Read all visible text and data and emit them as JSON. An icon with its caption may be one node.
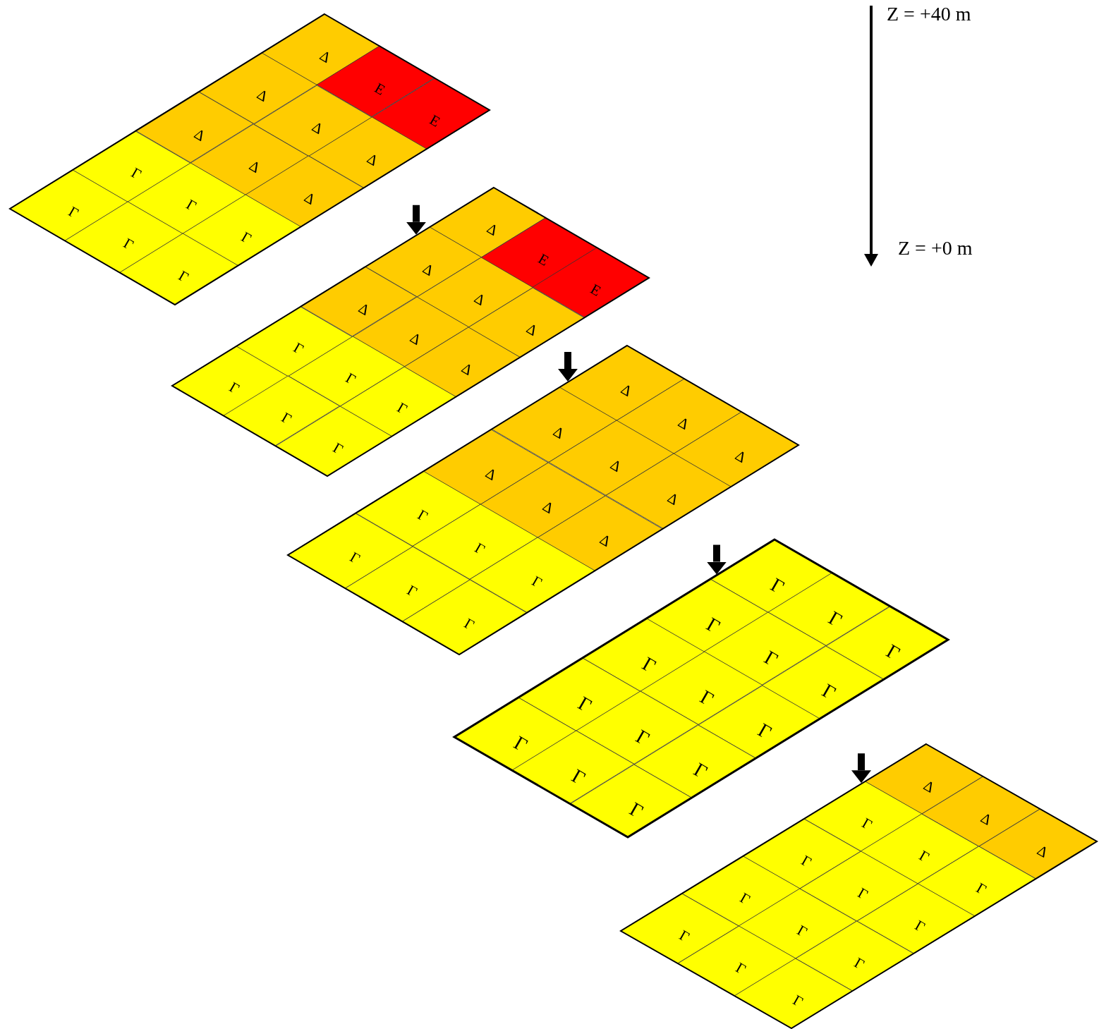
{
  "diagram": {
    "nodes": [
      {
        "text": [],
        "shape": "parallelogram"
      },
      {
        "text": [
          "Δ"
        ],
        "in": 0
      },
      {
        "text": [
          "E"
        ],
        "in": 0
      },
      {
        "text": [
          "E"
        ],
        "in": 0
      },
      {
        "text": [
          "Δ"
        ],
        "in": 0
      },
      {
        "text": [
          "Δ"
        ],
        "in": 0
      },
      {
        "text": [
          "Δ"
        ],
        "in": 0
      },
      {
        "text": [
          "Δ"
        ],
        "in": 0
      },
      {
        "text": [
          "Δ"
        ],
        "in": 0
      },
      {
        "text": [
          "Δ"
        ],
        "in": 0
      },
      {
        "text": [
          "Γ"
        ],
        "in": 0
      },
      {
        "text": [
          "Γ"
        ],
        "in": 0
      },
      {
        "text": [
          "Γ"
        ],
        "in": 0
      },
      {
        "text": [
          "Γ"
        ],
        "in": 0
      },
      {
        "text": [
          "Γ"
        ],
        "in": 0
      },
      {
        "text": [
          "Γ"
        ],
        "in": 0
      },
      {
        "text": [],
        "shape": "parallelogram"
      },
      {
        "text": [
          "Δ"
        ],
        "in": 16
      },
      {
        "text": [
          "E"
        ],
        "in": 16
      },
      {
        "text": [
          "E"
        ],
        "in": 16
      },
      {
        "text": [
          "Δ"
        ],
        "in": 16
      },
      {
        "text": [
          "Δ"
        ],
        "in": 16
      },
      {
        "text": [
          "Δ"
        ],
        "in": 16
      },
      {
        "text": [
          "Δ"
        ],
        "in": 16
      },
      {
        "text": [
          "Δ"
        ],
        "in": 16
      },
      {
        "text": [
          "Δ"
        ],
        "in": 16
      },
      {
        "text": [
          "Γ"
        ],
        "in": 16
      },
      {
        "text": [
          "Γ"
        ],
        "in": 16
      },
      {
        "text": [
          "Γ"
        ],
        "in": 16
      },
      {
        "text": [
          "Γ"
        ],
        "in": 16
      },
      {
        "text": [
          "Γ"
        ],
        "in": 16
      },
      {
        "text": [
          "Γ"
        ],
        "in": 16
      },
      {
        "text": [],
        "shape": "parallelogram"
      },
      {
        "text": [
          "Δ"
        ],
        "in": 32
      },
      {
        "text": [
          "Δ"
        ],
        "in": 32
      },
      {
        "text": [
          "Δ"
        ],
        "in": 32
      },
      {
        "text": [
          "Δ"
        ],
        "in": 32
      },
      {
        "text": [
          "Δ"
        ],
        "in": 32
      },
      {
        "text": [
          "Δ"
        ],
        "in": 32
      },
      {
        "text": [
          "Δ"
        ],
        "in": 32
      },
      {
        "text": [
          "Δ"
        ],
        "in": 32
      },
      {
        "text": [
          "Δ"
        ],
        "in": 32
      },
      {
        "text": [
          "Γ"
        ],
        "in": 32
      },
      {
        "text": [
          "Γ"
        ],
        "in": 32
      },
      {
        "text": [
          "Γ"
        ],
        "in": 32
      },
      {
        "text": [
          "Γ"
        ],
        "in": 32
      },
      {
        "text": [
          "Γ"
        ],
        "in": 32
      },
      {
        "text": [
          "Γ"
        ],
        "in": 32
      },
      {
        "text": [],
        "shape": "parallelogram"
      },
      {
        "text": [
          "Γ"
        ],
        "in": 48
      },
      {
        "text": [
          "Γ"
        ],
        "in": 48
      },
      {
        "text": [
          "Γ"
        ],
        "in": 48
      },
      {
        "text": [
          "Γ"
        ],
        "in": 48
      },
      {
        "text": [
          "Γ"
        ],
        "in": 48
      },
      {
        "text": [
          "Γ"
        ],
        "in": 48
      },
      {
        "text": [
          "Γ"
        ],
        "in": 48
      },
      {
        "text": [
          "Γ"
        ],
        "in": 48
      },
      {
        "text": [
          "Γ"
        ],
        "in": 48
      },
      {
        "text": [
          "Γ"
        ],
        "in": 48
      },
      {
        "text": [
          "Γ"
        ],
        "in": 48
      },
      {
        "text": [
          "Γ"
        ],
        "in": 48
      },
      {
        "text": [
          "Γ"
        ],
        "in": 48
      },
      {
        "text": [
          "Γ"
        ],
        "in": 48
      },
      {
        "text": [
          "Γ"
        ],
        "in": 48
      },
      {
        "text": [],
        "shape": "parallelogram"
      },
      {
        "text": [
          "Δ"
        ],
        "in": 64
      },
      {
        "text": [
          "Δ"
        ],
        "in": 64
      },
      {
        "text": [
          "Δ"
        ],
        "in": 64
      },
      {
        "text": [
          "Γ"
        ],
        "in": 64
      },
      {
        "text": [
          "Γ"
        ],
        "in": 64
      },
      {
        "text": [
          "Γ"
        ],
        "in": 64
      },
      {
        "text": [
          "Γ"
        ],
        "in": 64
      },
      {
        "text": [
          "Γ"
        ],
        "in": 64
      },
      {
        "text": [
          "Γ"
        ],
        "in": 64
      },
      {
        "text": [
          "Γ"
        ],
        "in": 64
      },
      {
        "text": [
          "Γ"
        ],
        "in": 64
      },
      {
        "text": [
          "Γ"
        ],
        "in": 64
      },
      {
        "text": [
          "Γ"
        ],
        "in": 64
      },
      {
        "text": [
          "Γ"
        ],
        "in": 64
      },
      {
        "text": [
          "Γ"
        ],
        "in": 64
      }
    ],
    "edges": [
      {
        "from": 0,
        "to": 16,
        "arrow": "to"
      },
      {
        "from": 16,
        "to": 32,
        "arrow": "to"
      },
      {
        "from": 32,
        "to": 48,
        "arrow": "to"
      },
      {
        "from": 48,
        "to": 64,
        "arrow": "to"
      }
    ],
    "labels": [
      "Z = +40 m",
      "Z = +0 m"
    ]
  }
}
